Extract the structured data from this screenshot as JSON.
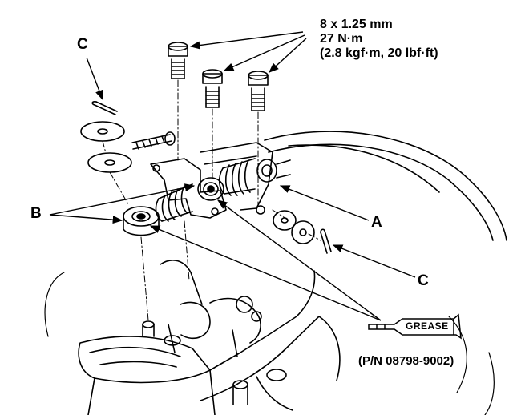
{
  "spec": {
    "line1": "8 x 1.25 mm",
    "line2": "27 N·m",
    "line3": "(2.8 kgf·m, 20 lbf·ft)"
  },
  "callouts": {
    "a": "A",
    "b": "B",
    "c_top": "C",
    "c_right": "C"
  },
  "grease": {
    "tube_label": "GREASE",
    "part_number": "(P/N 08798-9002)"
  }
}
